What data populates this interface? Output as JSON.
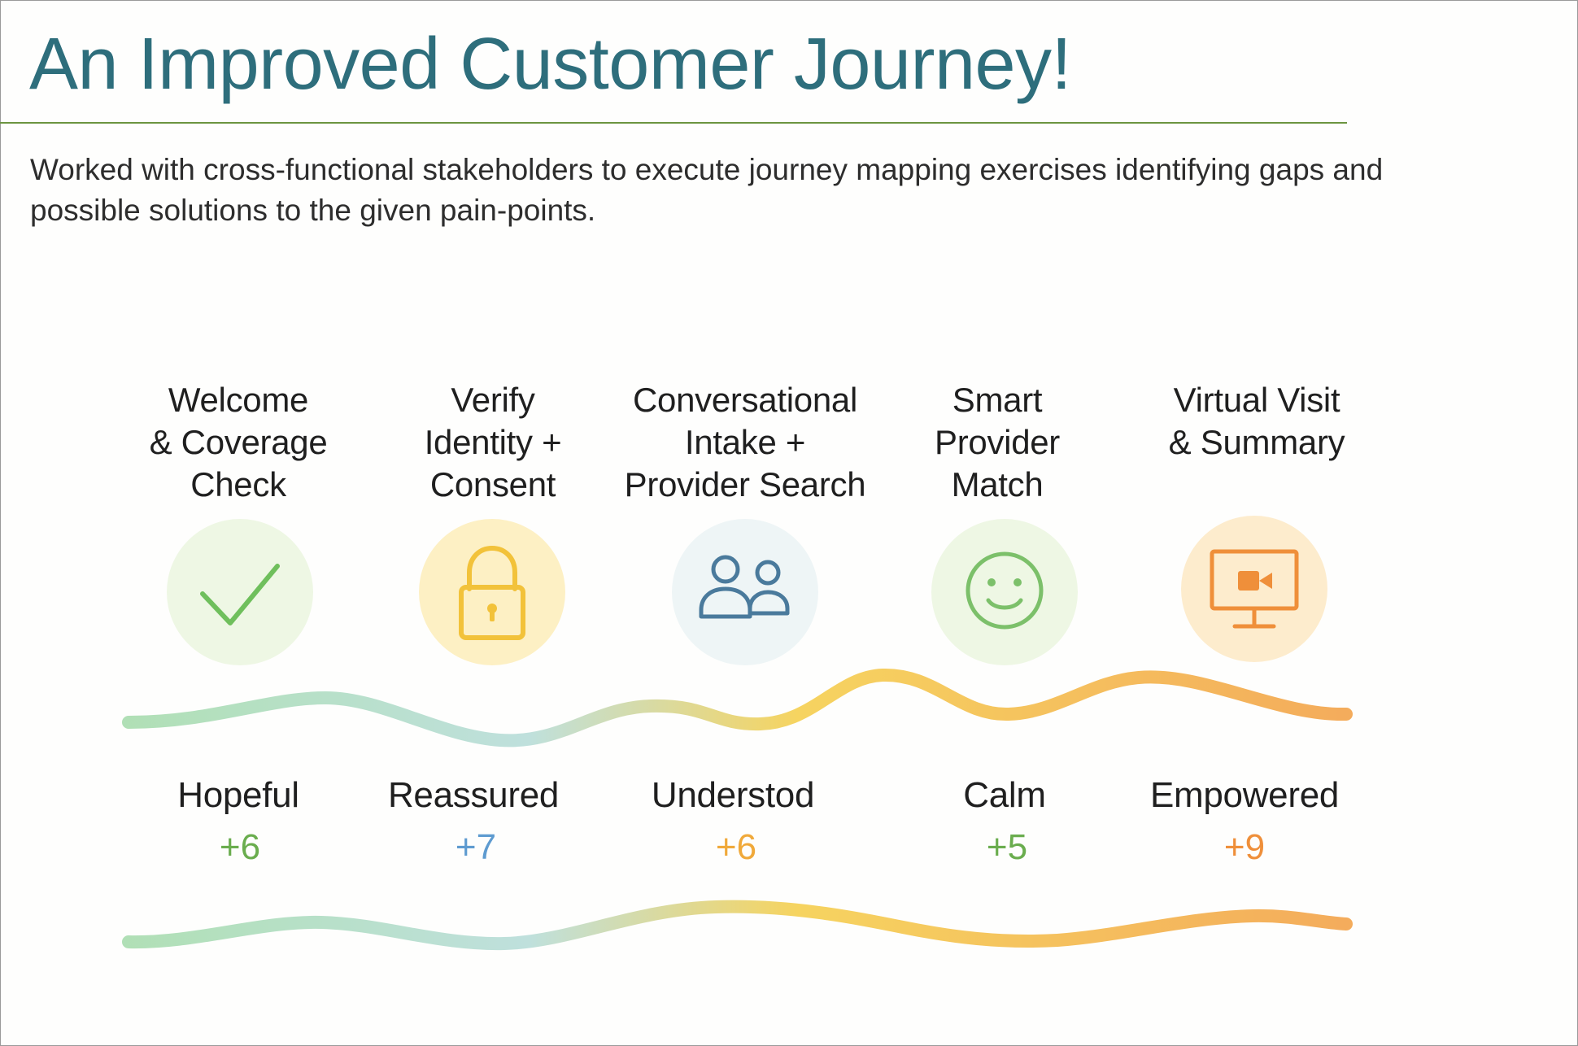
{
  "header": {
    "title": "An Improved Customer Journey!",
    "description": "Worked with cross-functional stakeholders to execute journey mapping exercises identifying gaps and possible solutions to the given pain-points."
  },
  "stages": [
    {
      "lines": [
        "Welcome",
        "& Coverage",
        "Check"
      ],
      "icon": "checkmark-icon",
      "circle_color": "#eef7e4",
      "icon_color": "#6fbf5c",
      "emotion": "Hopeful",
      "score": "+6",
      "score_color": "#6aad4e"
    },
    {
      "lines": [
        "Verify",
        "Identity +",
        "Consent"
      ],
      "icon": "padlock-icon",
      "circle_color": "#fdf0c4",
      "icon_color": "#f2c23a",
      "emotion": "Reassured",
      "score": "+7",
      "score_color": "#5e9bd0"
    },
    {
      "lines": [
        "Conversational",
        "Intake +",
        "Provider Search"
      ],
      "icon": "people-icon",
      "circle_color": "#eef5f6",
      "icon_color": "#4a7a9c",
      "emotion": "Understod",
      "score": "+6",
      "score_color": "#f0a93a"
    },
    {
      "lines": [
        "Smart",
        "Provider",
        "Match"
      ],
      "icon": "smiley-icon",
      "circle_color": "#eef7e4",
      "icon_color": "#7cc06a",
      "emotion": "Calm",
      "score": "+5",
      "score_color": "#6aad4e"
    },
    {
      "lines": [
        "Virtual Visit",
        "& Summary"
      ],
      "icon": "video-monitor-icon",
      "circle_color": "#fdeccd",
      "icon_color": "#ef8f3a",
      "emotion": "Empowered",
      "score": "+9",
      "score_color": "#ef8f3a"
    }
  ],
  "wave_colors": {
    "start": "#a8dcae",
    "mid1": "#b8ddd9",
    "mid2": "#f5cf4f",
    "end": "#f3a34a"
  }
}
